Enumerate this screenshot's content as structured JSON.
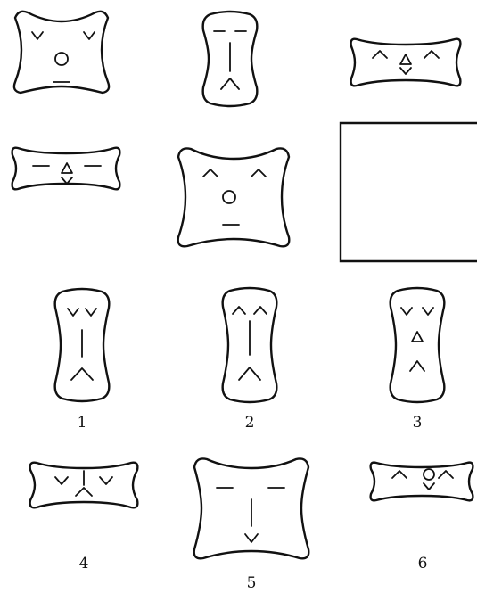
{
  "matrix": {
    "row1": [
      {
        "shape": "wide-square",
        "eyes": "v",
        "nose": "circle",
        "mouth": "line"
      },
      {
        "shape": "tall",
        "eyes": "line",
        "nose": "line",
        "mouth": "caret"
      },
      {
        "shape": "short-wide",
        "eyes": "caret",
        "nose": "triangle",
        "mouth": "v"
      }
    ],
    "row2": [
      {
        "shape": "short-wide",
        "eyes": "line",
        "nose": "triangle",
        "mouth": "v"
      },
      {
        "shape": "wide-square",
        "eyes": "caret",
        "nose": "circle",
        "mouth": "line"
      },
      {
        "shape": "empty",
        "eyes": "",
        "nose": "",
        "mouth": ""
      }
    ]
  },
  "options": [
    {
      "label": "1",
      "shape": "tall",
      "eyes": "v",
      "nose": "line",
      "mouth": "caret"
    },
    {
      "label": "2",
      "shape": "tall",
      "eyes": "caret",
      "nose": "line",
      "mouth": "caret"
    },
    {
      "label": "3",
      "shape": "tall",
      "eyes": "v",
      "nose": "triangle",
      "mouth": "caret"
    },
    {
      "label": "4",
      "shape": "short-wide",
      "eyes": "v",
      "nose": "line",
      "mouth": "caret"
    },
    {
      "label": "5",
      "shape": "wide-square",
      "eyes": "line",
      "nose": "line",
      "mouth": "v"
    },
    {
      "label": "6",
      "shape": "short-wide",
      "eyes": "caret",
      "nose": "circle",
      "mouth": "v"
    }
  ]
}
